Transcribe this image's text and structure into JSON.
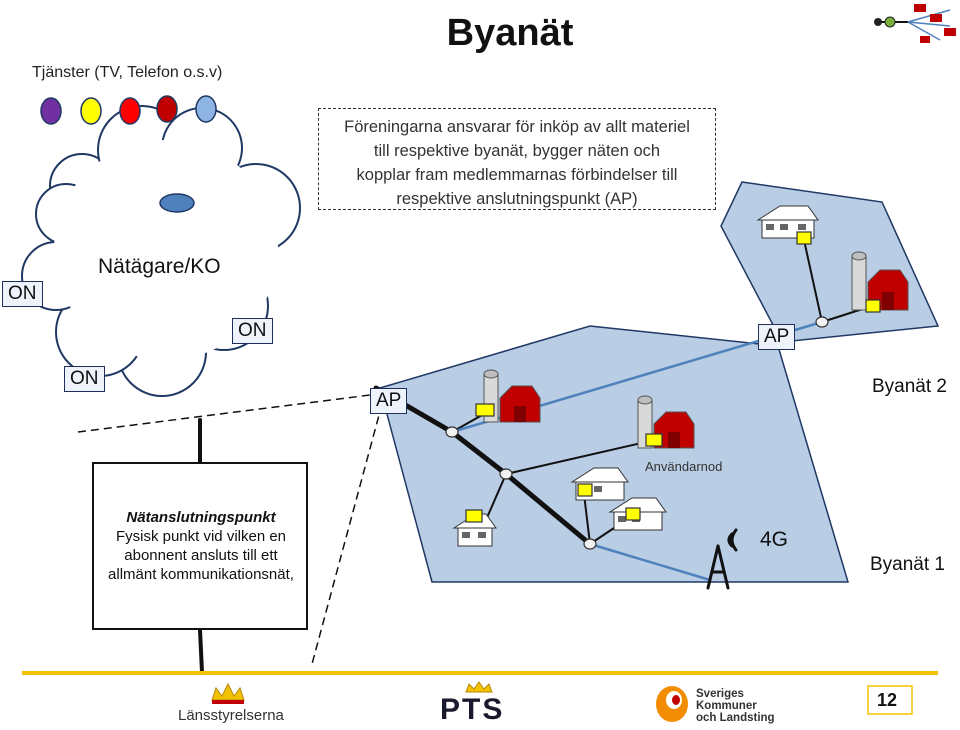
{
  "title": "Byanät",
  "services_label": "Tjänster (TV, Telefon o.s.v)",
  "service_dot_colors": [
    "#7030a0",
    "#ffff00",
    "#ff0000",
    "#c00000",
    "#8eb4e3"
  ],
  "note_lines": [
    "Föreningarna ansvarar för inköp av allt materiel",
    "till respektive byanät, bygger näten och",
    "kopplar fram medlemmarnas förbindelser till",
    "respektive anslutningspunkt (AP)"
  ],
  "network_owner_label": "Nätägare/KO",
  "on_labels": [
    "ON",
    "ON",
    "ON"
  ],
  "ap_labels": [
    "AP",
    "AP"
  ],
  "village_labels": [
    "Byanät 2",
    "Byanät 1"
  ],
  "user_node_label": "Användarnod",
  "mobile_label": "4G",
  "connection_point": {
    "heading": "Nätanslutningspunkt",
    "lines": [
      "Fysisk punkt vid vilken en",
      "abonnent ansluts till ett",
      "allmänt kommunikationsnät,"
    ]
  },
  "footer": {
    "logo1": "Länsstyrelserna",
    "logo2": "PTS",
    "logo3_lines": [
      "Sveriges",
      "Kommuner",
      "och Landsting"
    ],
    "page_number": "12"
  },
  "colors": {
    "village_fill": "#b9cde5",
    "village_stroke": "#1f3864",
    "cloud_stroke": "#1f3864",
    "link_blue": "#4f81bd",
    "ap_box": "#ffff00",
    "footer_line": "#f2c200"
  }
}
